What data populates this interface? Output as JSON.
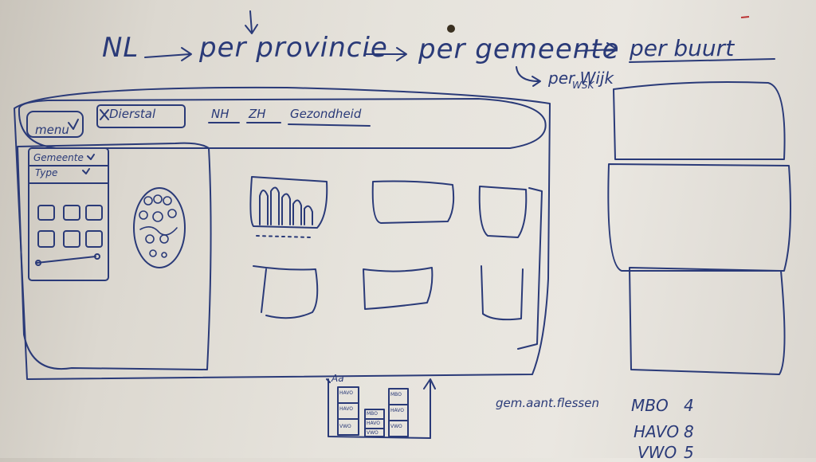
{
  "flow": {
    "step1": "NL",
    "step2": "per provincie",
    "step3": "per gemeente",
    "step4": "per Wijk",
    "step4_label": "WSK",
    "step5": "per buurt"
  },
  "toolbar": {
    "menu_label": "menu",
    "chip_label": "Dierstal",
    "filter_a": "NH",
    "filter_b": "ZH",
    "filter_c": "Gezondheid"
  },
  "sidebar": {
    "dropdown_1": "Gemeente",
    "dropdown_2": "Type"
  },
  "bottom_chart": {
    "top_label": "Aa",
    "cells": [
      "HAVO",
      "HAVO",
      "VWO",
      "MBO",
      "HAVO",
      "VWO",
      "MBO",
      "HAVO",
      "VWO"
    ]
  },
  "legend": {
    "label": "gem.aant.flessen",
    "rows": [
      {
        "name": "MBO",
        "value": "4"
      },
      {
        "name": "HAVO",
        "value": "8"
      },
      {
        "name": "VWO",
        "value": "5"
      }
    ]
  },
  "colors": {
    "ink": "#2a3a78",
    "board": "#e6e3dc"
  }
}
